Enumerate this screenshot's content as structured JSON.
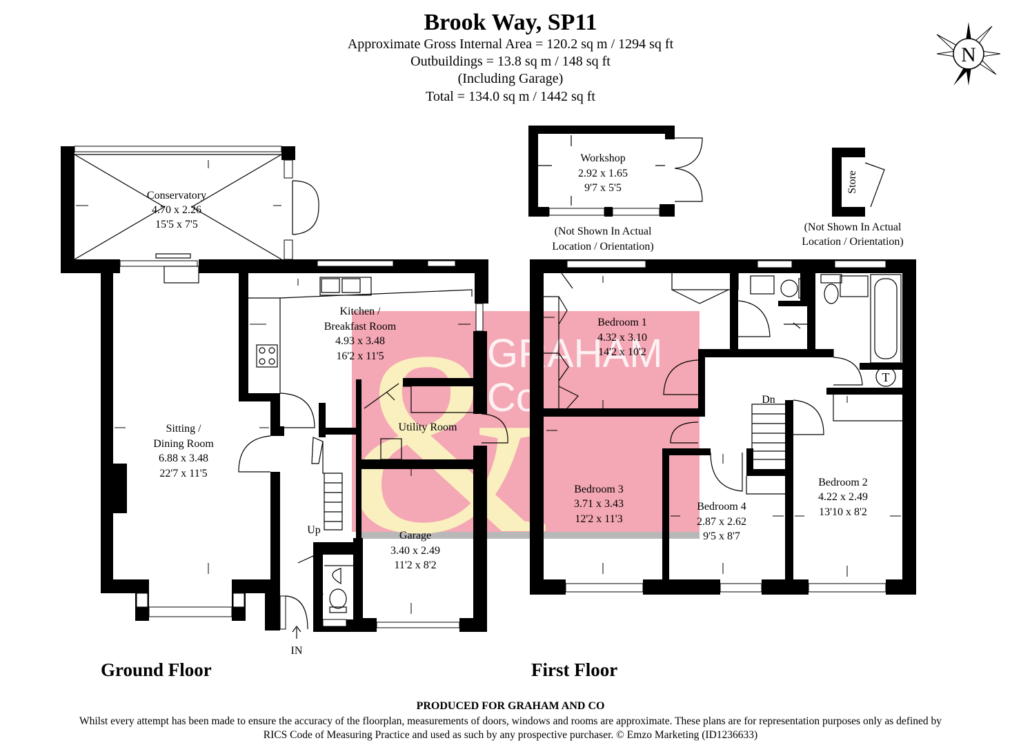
{
  "header": {
    "title": "Brook Way, SP11",
    "line1": "Approximate Gross Internal Area = 120.2 sq m / 1294 sq ft",
    "line2": "Outbuildings = 13.8 sq m / 148 sq ft",
    "line3": "(Including Garage)",
    "line4": "Total = 134.0 sq m / 1442 sq ft"
  },
  "compass": {
    "letter": "N"
  },
  "watermark": {
    "brand": "GRAHAM",
    "brand2": "Co",
    "ampersand": "&"
  },
  "outbuildings": {
    "workshop": {
      "name": "Workshop",
      "metric": "2.92 x 1.65",
      "imperial": "9'7 x 5'5",
      "note1": "(Not Shown In Actual",
      "note2": "Location / Orientation)"
    },
    "store": {
      "name": "Store",
      "note1": "(Not Shown In Actual",
      "note2": "Location / Orientation)"
    }
  },
  "ground_floor": {
    "label": "Ground Floor",
    "conservatory": {
      "name": "Conservatory",
      "metric": "4.70 x 2.26",
      "imperial": "15'5 x 7'5"
    },
    "kitchen": {
      "name1": "Kitchen /",
      "name2": "Breakfast Room",
      "metric": "4.93 x 3.48",
      "imperial": "16'2 x 11'5"
    },
    "sitting": {
      "name1": "Sitting /",
      "name2": "Dining Room",
      "metric": "6.88 x 3.48",
      "imperial": "22'7 x 11'5"
    },
    "utility": {
      "name": "Utility Room"
    },
    "garage": {
      "name": "Garage",
      "metric": "3.40 x 2.49",
      "imperial": "11'2 x 8'2"
    },
    "up_label": "Up",
    "in_label": "IN"
  },
  "first_floor": {
    "label": "First Floor",
    "bed1": {
      "name": "Bedroom 1",
      "metric": "4.32 x 3.10",
      "imperial": "14'2 x 10'2"
    },
    "bed2": {
      "name": "Bedroom 2",
      "metric": "4.22 x 2.49",
      "imperial": "13'10 x 8'2"
    },
    "bed3": {
      "name": "Bedroom 3",
      "metric": "3.71 x 3.43",
      "imperial": "12'2 x 11'3"
    },
    "bed4": {
      "name": "Bedroom 4",
      "metric": "2.87 x 2.62",
      "imperial": "9'5 x 8'7"
    },
    "dn_label": "Dn",
    "tank_label": "T"
  },
  "footer": {
    "title": "PRODUCED FOR GRAHAM AND CO",
    "text": "Whilst every attempt has been made to ensure the accuracy of the floorplan, measurements of doors, windows and rooms are approximate. These plans are for representation purposes only as defined by RICS Code of Measuring Practice and used as such by any prospective purchaser. © Emzo Marketing (ID1236633)"
  },
  "colors": {
    "wall": "#000000",
    "watermark_fill": "#f4a7b4",
    "watermark_amp": "#fbf3c0",
    "watermark_shadow": "#b8b8b8"
  }
}
